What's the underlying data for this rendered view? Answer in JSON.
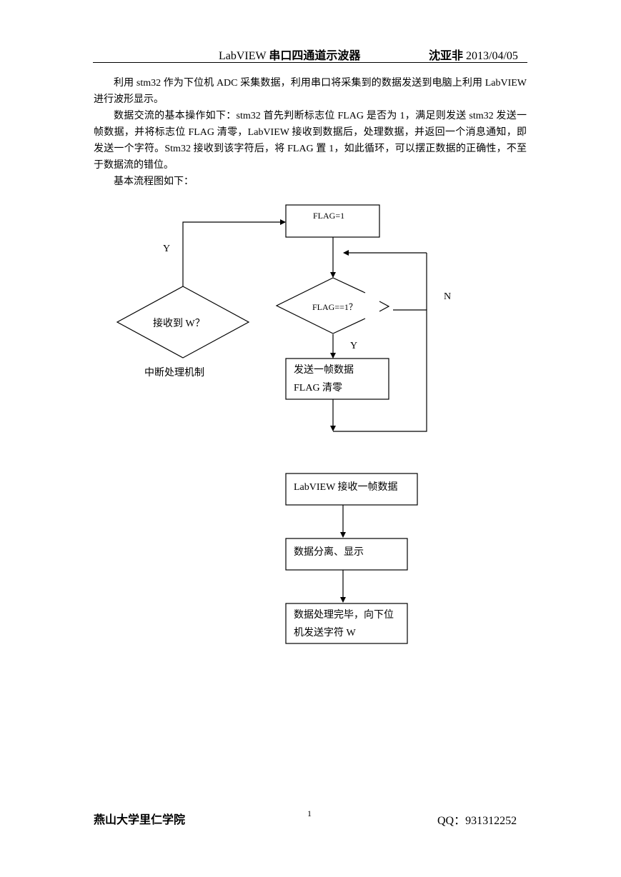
{
  "header": {
    "title_prefix": "LabVIEW ",
    "title_main": "串口四通道示波器",
    "author": "沈亚非",
    "date": " 2013/04/05"
  },
  "body": {
    "p1": "利用 stm32 作为下位机 ADC 采集数据，利用串口将采集到的数据发送到电脑上利用 LabVIEW 进行波形显示。",
    "p2": "数据交流的基本操作如下：stm32 首先判断标志位 FLAG 是否为 1，满足则发送 stm32 发送一帧数据，并将标志位 FLAG 清零，LabVIEW 接收到数据后，处理数据，并返回一个消息通知，即发送一个字符。Stm32 接收到该字符后，将 FLAG 置 1，如此循环，可以摆正数据的正确性，不至于数据流的错位。",
    "p3": "基本流程图如下："
  },
  "flowchart": {
    "flag_set": "FLAG=1",
    "flag_check": "FLAG==1？",
    "send_frame_line1": "发送一帧数据",
    "send_frame_line2": "FLAG 清零",
    "receive_w": "接收到 W？",
    "interrupt_caption": "中断处理机制",
    "label_y_left": "Y",
    "label_y_down": "Y",
    "label_n": "N",
    "lv_receive": "LabVIEW 接收一帧数据",
    "separate_display": "数据分离、显示",
    "done_line1": "数据处理完毕，向下位",
    "done_line2": "机发送字符 W"
  },
  "footer": {
    "school": "燕山大学里仁学院",
    "page_number": "1",
    "contact": "QQ：931312252"
  }
}
